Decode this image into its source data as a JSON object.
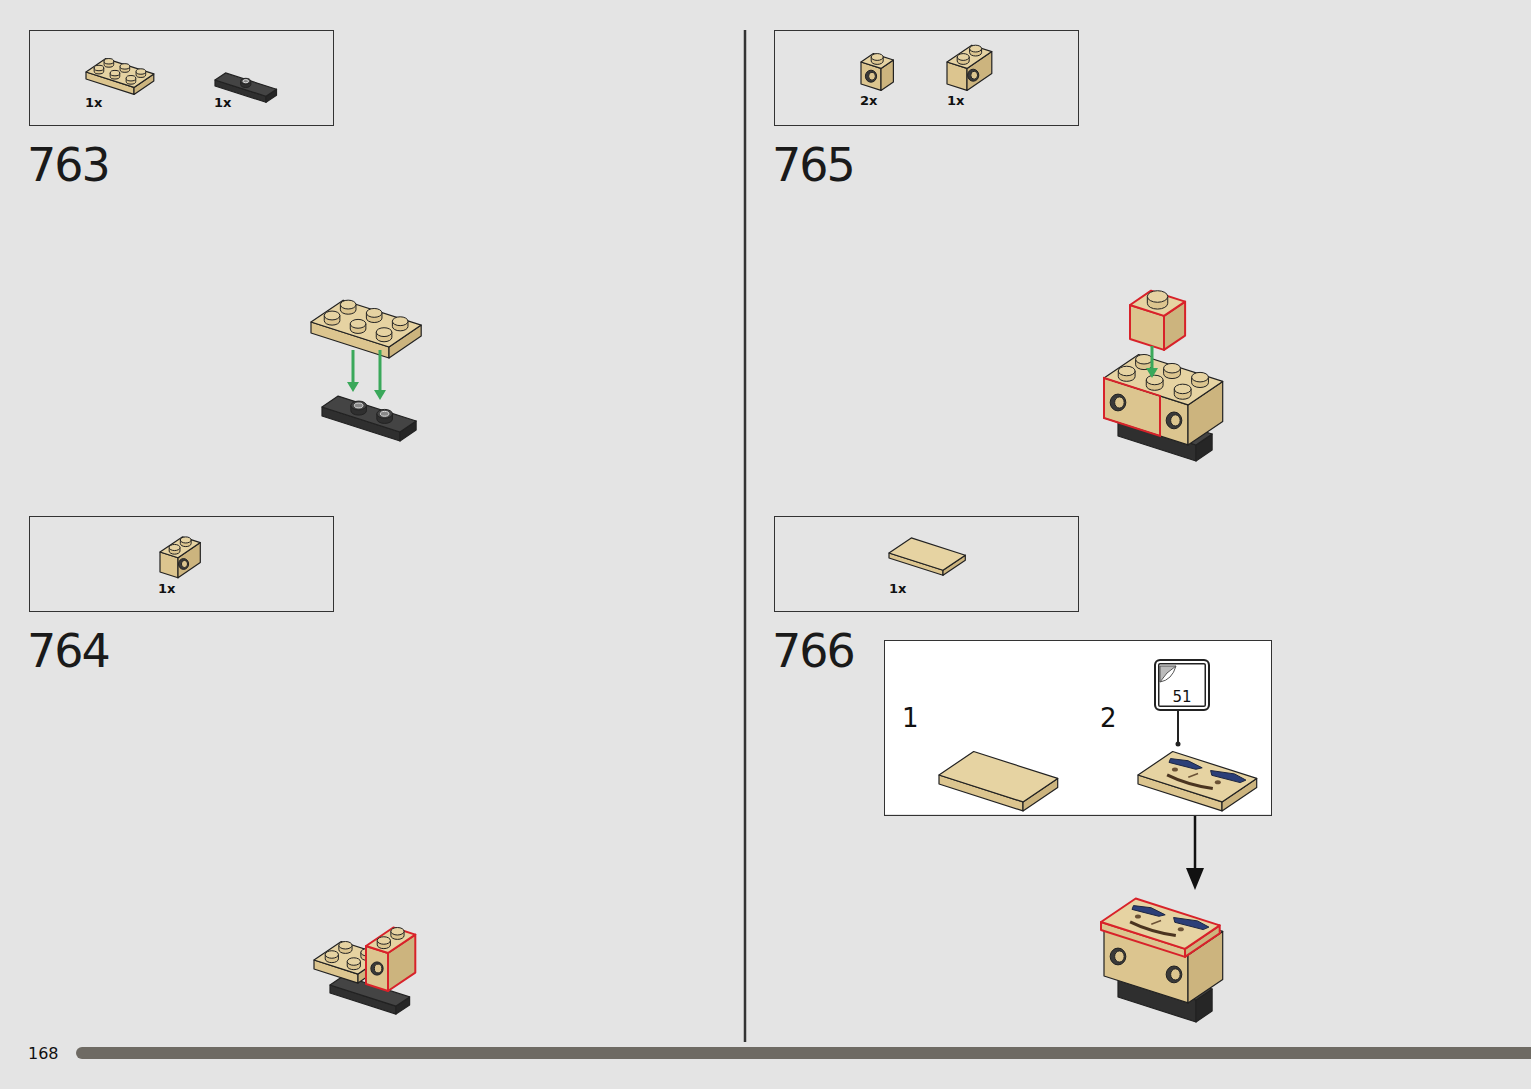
{
  "diagram": {
    "nodes": [
      {
        "text": [
          "1x",
          "1x"
        ]
      },
      {
        "text": [
          "1x"
        ]
      },
      {
        "text": [
          "2x",
          "1x"
        ]
      },
      {
        "text": [
          "1x"
        ]
      },
      {
        "text": [
          "1",
          "2"
        ]
      },
      {
        "text": [
          "51"
        ],
        "in": 4
      }
    ],
    "labels": [
      "763",
      "764",
      "765",
      "766",
      "168"
    ]
  }
}
